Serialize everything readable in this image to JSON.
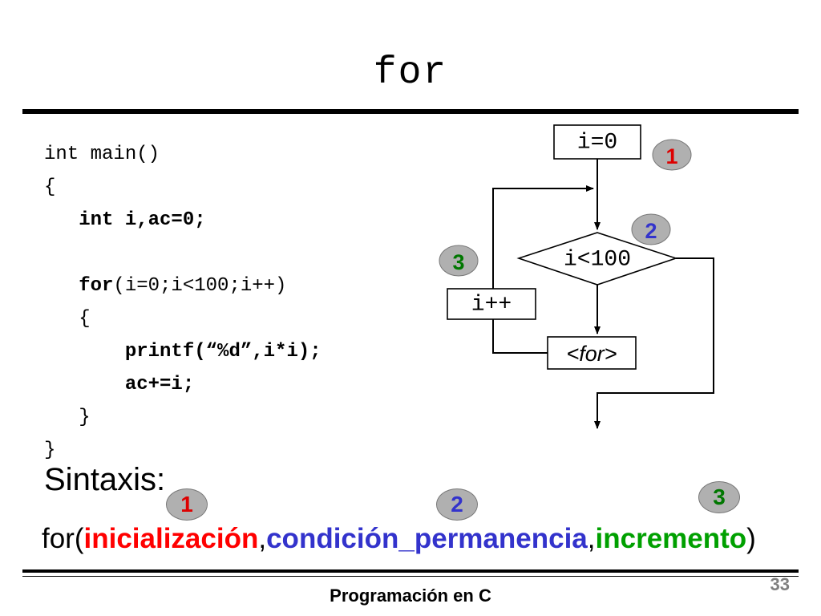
{
  "slide": {
    "title": "for",
    "footer": "Programación en C",
    "page_number": "33"
  },
  "code": {
    "lines": [
      {
        "segments": [
          {
            "t": "int main()"
          }
        ]
      },
      {
        "segments": [
          {
            "t": "{"
          }
        ]
      },
      {
        "segments": [
          {
            "t": "   int i,ac=0;"
          }
        ]
      },
      {
        "segments": [
          {
            "t": ""
          }
        ]
      },
      {
        "segments": [
          {
            "t": "   for"
          },
          {
            "t": "(i=0;i<100;i++)"
          }
        ]
      },
      {
        "segments": [
          {
            "t": "   {"
          }
        ]
      },
      {
        "segments": [
          {
            "t": "       printf(“%d”,i*i);"
          }
        ]
      },
      {
        "segments": [
          {
            "t": "       ac+=i;"
          }
        ]
      },
      {
        "segments": [
          {
            "t": "   }"
          }
        ]
      },
      {
        "segments": [
          {
            "t": "}"
          }
        ]
      }
    ]
  },
  "flowchart": {
    "init_label": "i=0",
    "condition_label": "i<100",
    "increment_label": "i++",
    "body_label": "<for>"
  },
  "badges": [
    {
      "n": "1",
      "color": "#dd0000"
    },
    {
      "n": "2",
      "color": "#3333cc"
    },
    {
      "n": "3",
      "color": "#007700"
    }
  ],
  "syntax": {
    "heading": "Sintaxis:",
    "parts": [
      {
        "t": "for(",
        "color": "#000000"
      },
      {
        "t": "inicialización",
        "color": "#ff0000"
      },
      {
        "t": ",",
        "color": "#000000"
      },
      {
        "t": "condición_permanencia",
        "color": "#3333cc"
      },
      {
        "t": ",",
        "color": "#000000"
      },
      {
        "t": "incremento",
        "color": "#00a000"
      },
      {
        "t": ")",
        "color": "#000000"
      }
    ]
  }
}
